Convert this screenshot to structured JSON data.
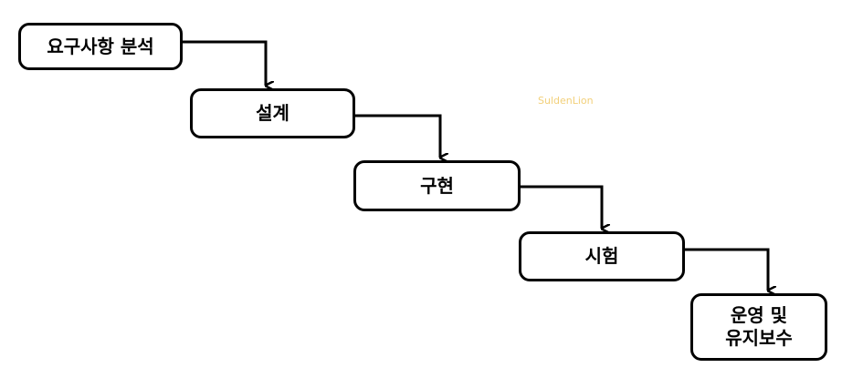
{
  "diagram": {
    "steps": [
      {
        "id": "requirements",
        "label": "요구사항 분석"
      },
      {
        "id": "design",
        "label": "설계"
      },
      {
        "id": "implement",
        "label": "구현"
      },
      {
        "id": "test",
        "label": "시험"
      },
      {
        "id": "maintenance",
        "label": "운영 및\n유지보수"
      }
    ],
    "watermark": "SuldenLion",
    "colors": {
      "stroke": "#000000",
      "watermark": "#f2d07a"
    }
  }
}
